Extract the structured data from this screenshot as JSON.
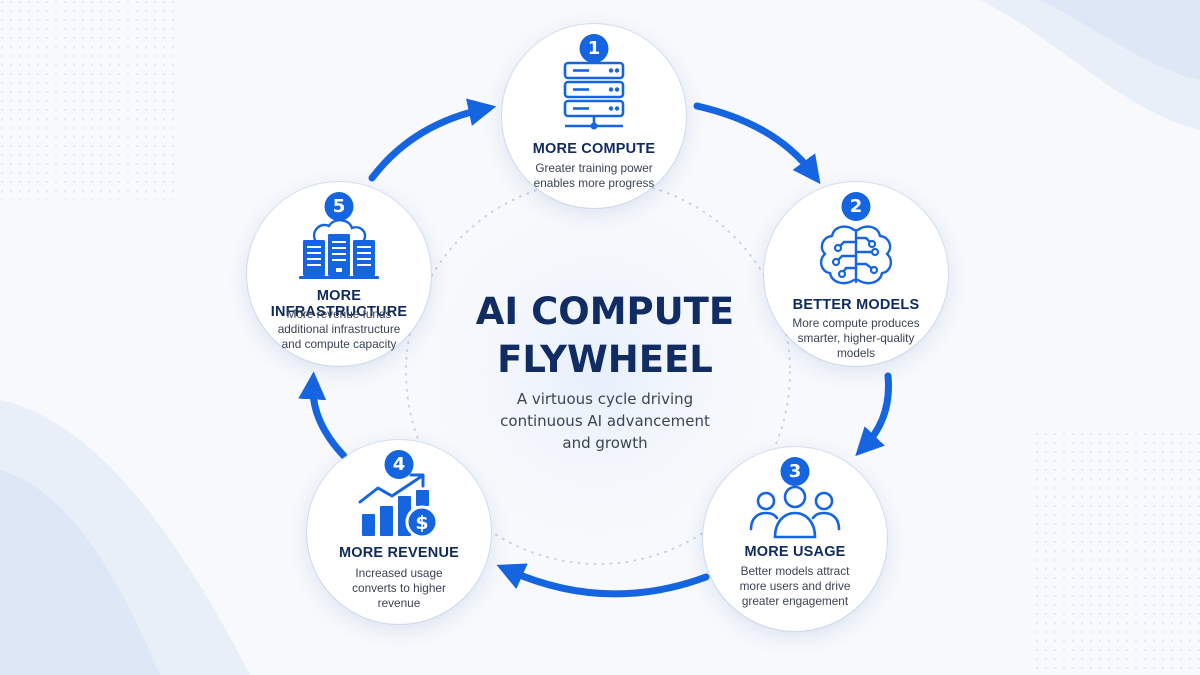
{
  "flywheel": {
    "title_line1": "AI COMPUTE",
    "title_line2": "FLYWHEEL",
    "subtitle_lines": [
      "A virtuous cycle driving",
      "continuous AI advancement",
      "and growth"
    ],
    "accent_color": "#1565e0",
    "title_color": "#112c63"
  },
  "steps": [
    {
      "number": "1",
      "title": "MORE COMPUTE",
      "icon": "server-stack-icon",
      "desc_lines": [
        "Greater training power",
        "enables more progress"
      ]
    },
    {
      "number": "2",
      "title": "BETTER MODELS",
      "icon": "brain-circuit-icon",
      "desc_lines": [
        "More compute produces",
        "smarter, higher-quality",
        "models"
      ]
    },
    {
      "number": "3",
      "title": "MORE USAGE",
      "icon": "users-icon",
      "desc_lines": [
        "Better models attract",
        "more users and drive",
        "greater engagement"
      ]
    },
    {
      "number": "4",
      "title": "MORE REVENUE",
      "icon": "revenue-chart-icon",
      "desc_lines": [
        "Increased usage",
        "converts to higher",
        "revenue"
      ]
    },
    {
      "number": "5",
      "title": "MORE INFRASTRUCTURE",
      "icon": "cloud-datacenter-icon",
      "desc_lines": [
        "More revenue funds",
        "additional infrastructure",
        "and compute capacity"
      ]
    }
  ]
}
